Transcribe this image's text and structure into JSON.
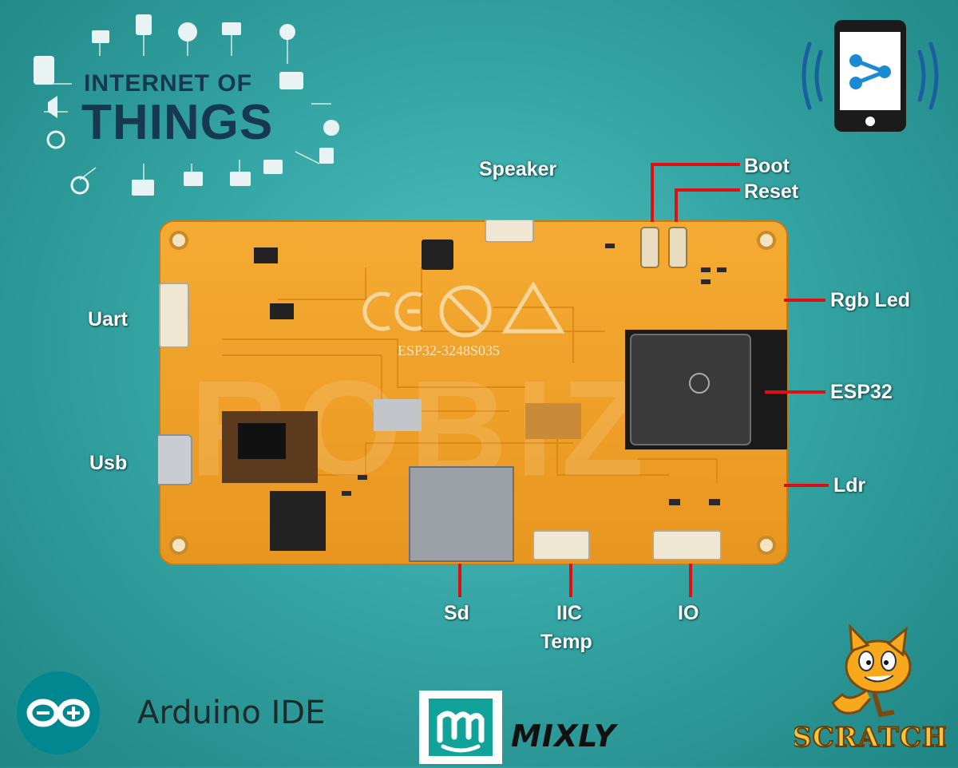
{
  "logo": {
    "iot_line1": "INTERNET OF",
    "iot_line2": "THINGS"
  },
  "board": {
    "silkscreen": "ESP32-3248S035",
    "watermark": "ROBIZ"
  },
  "labels": {
    "speaker": "Speaker",
    "boot": "Boot",
    "reset": "Reset",
    "uart": "Uart",
    "rgb_led": "Rgb Led",
    "esp32": "ESP32",
    "usb": "Usb",
    "ldr": "Ldr",
    "sd": "Sd",
    "iic_temp_line1": "IIC",
    "iic_temp_line2": "Temp",
    "io": "IO"
  },
  "software": {
    "arduino_ide": "Arduino IDE",
    "mixly": "MIXLY",
    "scratch": "SCRATCH"
  },
  "icons": [
    "iot-logo",
    "phone-ripple-icon",
    "arduino-icon",
    "mixly-icon",
    "scratch-cat-logo"
  ],
  "colors": {
    "background": "#35a6a5",
    "board": "#f0a42c",
    "pointer": "#e01010",
    "label_text": "#ffffff"
  }
}
